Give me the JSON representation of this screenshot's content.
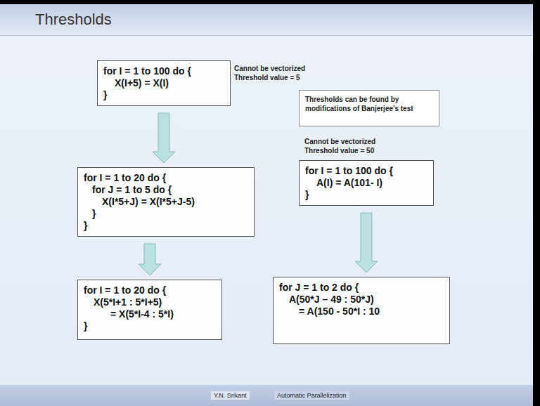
{
  "diagram": {
    "title": "Thresholds",
    "nodes": [
      {
        "text": [
          "for I = 1 to 100 do {",
          "X(I+5) = X(I)",
          "}"
        ]
      },
      {
        "text": [
          "for I = 1 to 20 do {",
          "for J = 1 to 5 do {",
          "X(I*5+J) = X(I*5+J-5)",
          "}",
          "}"
        ]
      },
      {
        "text": [
          "for I = 1 to 20 do {",
          "X(5*I+1 : 5*I+5)",
          "= X(5*I-4 : 5*I)",
          "}"
        ]
      },
      {
        "text": [
          "Thresholds can be found by modifications of Banjerjee's test"
        ]
      },
      {
        "text": [
          "for I = 1 to 100 do {",
          "A(I) = A(101- I)",
          "}"
        ]
      },
      {
        "text": [
          "for J = 1 to 2 do {",
          "A(50*J – 49 : 50*J)",
          "= A(150 - 50*I : 10"
        ]
      }
    ],
    "edges": [
      {
        "from": 0,
        "to": 1,
        "arrow": "to"
      },
      {
        "from": 1,
        "to": 2,
        "arrow": "to"
      },
      {
        "from": 4,
        "to": 5,
        "arrow": "to"
      }
    ],
    "labels": [
      "Cannot be vectorized",
      "Threshold value = 5",
      "Cannot be vectorized",
      "Threshold value = 50",
      "Y.N. Srikant",
      "Automatic Parallelization"
    ]
  }
}
